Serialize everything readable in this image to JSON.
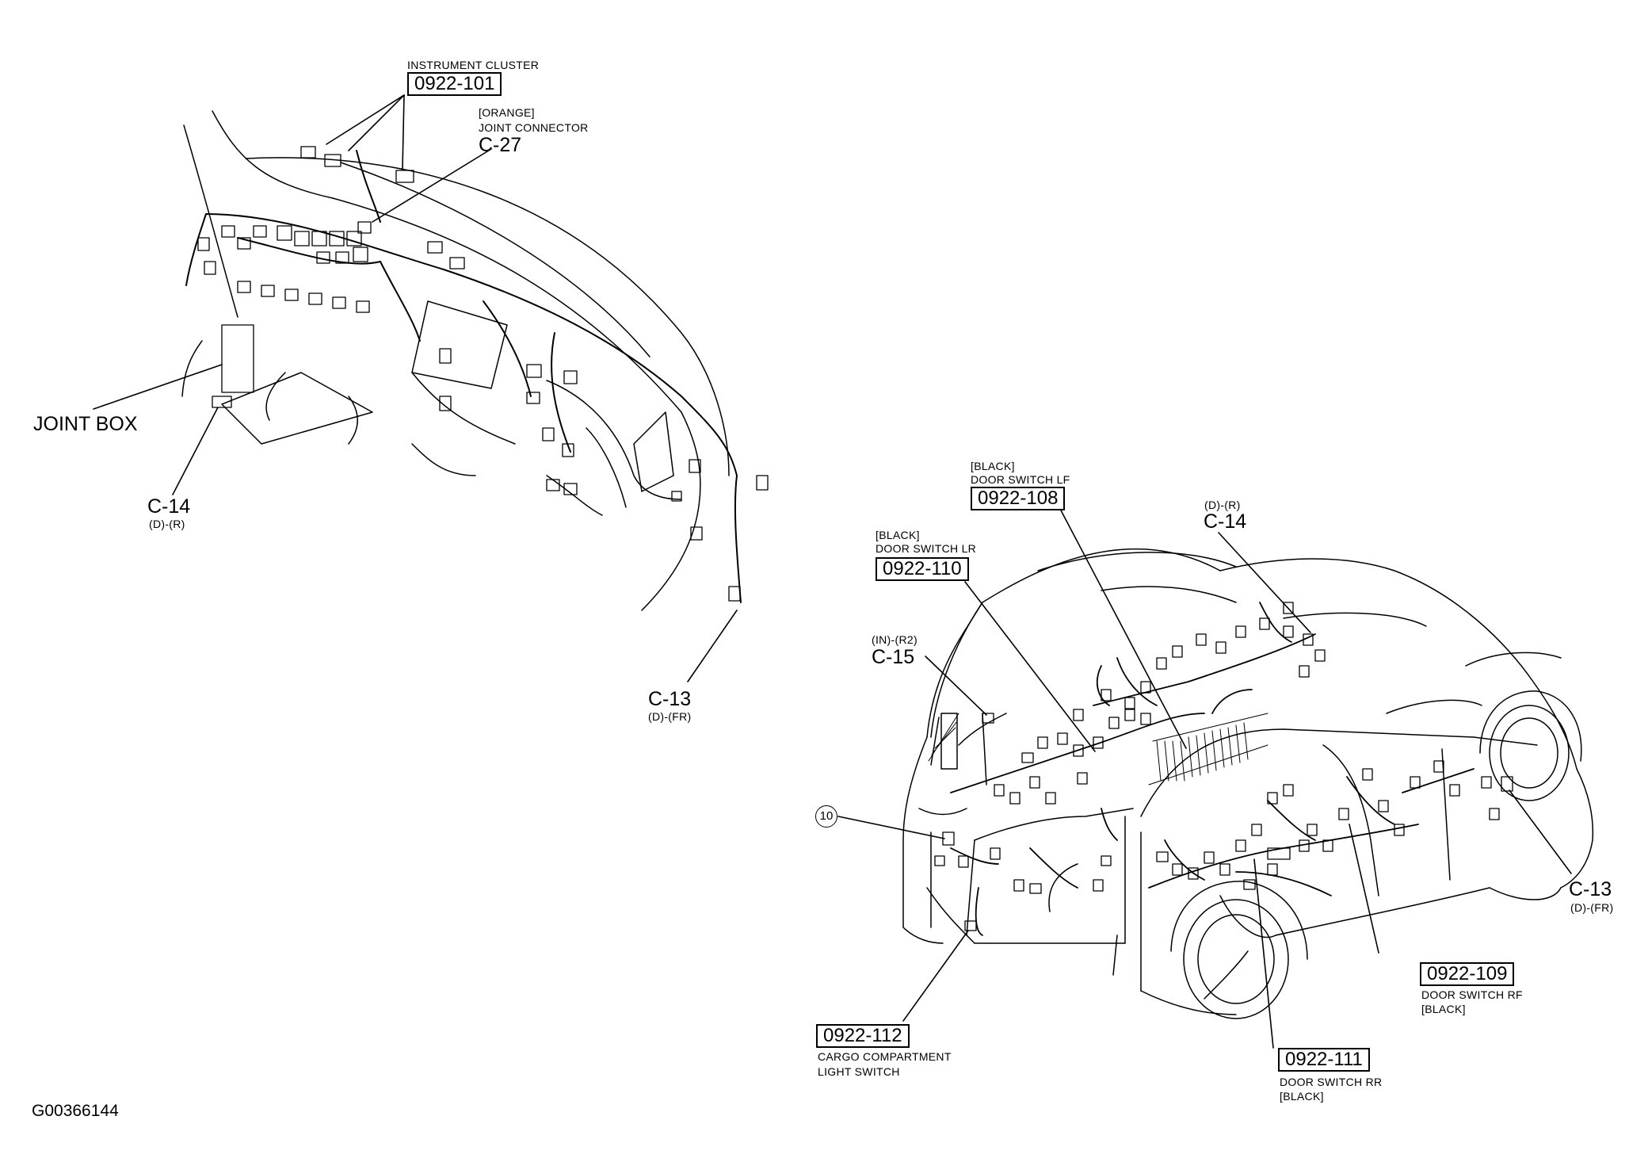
{
  "dash": {
    "instrument_cluster": {
      "name": "INSTRUMENT CLUSTER",
      "code": "0922-101"
    },
    "joint_connector": {
      "color": "[ORANGE]",
      "name": "JOINT CONNECTOR",
      "code": "C-27"
    },
    "joint_box": "JOINT BOX",
    "c14": {
      "code": "C-14",
      "sub": "(D)-(R)"
    },
    "c13": {
      "code": "C-13",
      "sub": "(D)-(FR)"
    }
  },
  "vehicle": {
    "door_switch_lf": {
      "color": "[BLACK]",
      "name": "DOOR SWITCH LF",
      "code": "0922-108"
    },
    "door_switch_lr": {
      "color": "[BLACK]",
      "name": "DOOR SWITCH LR",
      "code": "0922-110"
    },
    "c14": {
      "sub": "(D)-(R)",
      "code": "C-14"
    },
    "c15": {
      "sub": "(IN)-(R2)",
      "code": "C-15"
    },
    "ref_10": "10",
    "c13": {
      "code": "C-13",
      "sub": "(D)-(FR)"
    },
    "door_switch_rf": {
      "code": "0922-109",
      "name": "DOOR SWITCH RF",
      "color": "[BLACK]"
    },
    "door_switch_rr": {
      "code": "0922-111",
      "name": "DOOR SWITCH RR",
      "color": "[BLACK]"
    },
    "cargo_switch": {
      "code": "0922-112",
      "name_line1": "CARGO COMPARTMENT",
      "name_line2": "LIGHT SWITCH"
    }
  },
  "figure_id": "G00366144"
}
